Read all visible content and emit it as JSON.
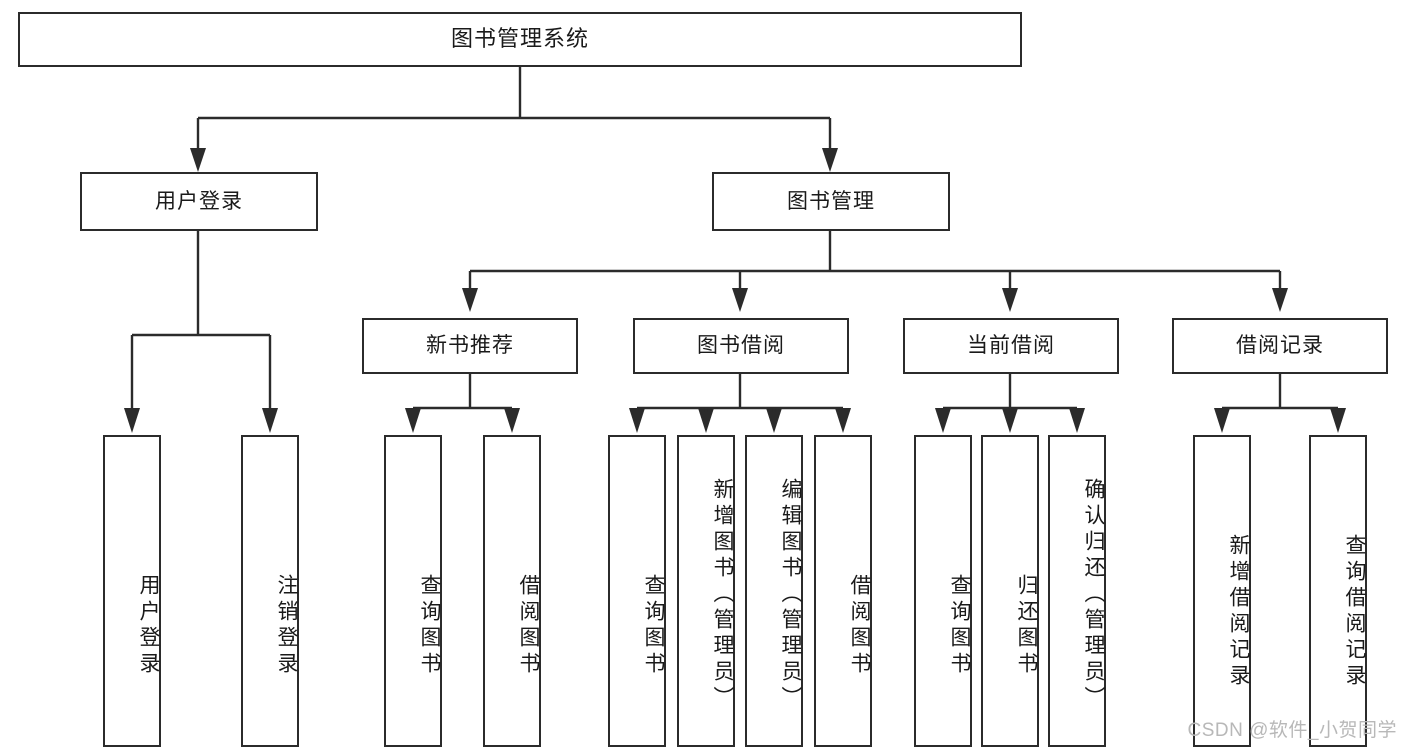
{
  "diagram": {
    "title": "图书管理系统",
    "type": "tree-hierarchy-diagram",
    "colors": {
      "stroke": "#2b2b2b",
      "fill": "#ffffff",
      "text": "#1a1a1a",
      "watermark": "#b8b8b8"
    },
    "root": {
      "label": "图书管理系统",
      "orientation": "horizontal"
    },
    "level2": [
      {
        "label": "用户登录",
        "orientation": "horizontal"
      },
      {
        "label": "图书管理",
        "orientation": "horizontal"
      }
    ],
    "level3": [
      {
        "label": "新书推荐",
        "orientation": "horizontal"
      },
      {
        "label": "图书借阅",
        "orientation": "horizontal"
      },
      {
        "label": "当前借阅",
        "orientation": "horizontal"
      },
      {
        "label": "借阅记录",
        "orientation": "horizontal"
      }
    ],
    "leaves": {
      "user_login": [
        {
          "label": "用户登录"
        },
        {
          "label": "注销登录"
        }
      ],
      "new_book_recommend": [
        {
          "label": "查询图书"
        },
        {
          "label": "借阅图书"
        }
      ],
      "book_borrow": [
        {
          "label": "查询图书"
        },
        {
          "label": "新增图书（管理员）"
        },
        {
          "label": "编辑图书（管理员）"
        },
        {
          "label": "借阅图书"
        }
      ],
      "current_borrow": [
        {
          "label": "查询图书"
        },
        {
          "label": "归还图书"
        },
        {
          "label": "确认归还（管理员）"
        }
      ],
      "borrow_record": [
        {
          "label": "新增借阅记录"
        },
        {
          "label": "查询借阅记录"
        }
      ]
    },
    "watermark": "CSDN @软件_小贺同学"
  }
}
